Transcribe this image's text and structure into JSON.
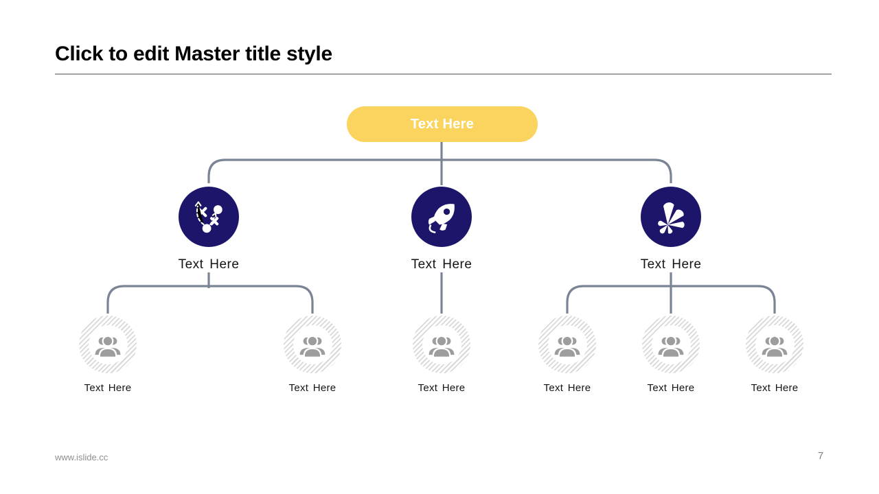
{
  "slide": {
    "title": "Click to edit Master title style",
    "footer_url": "www.islide.cc",
    "page_number": "7"
  },
  "colors": {
    "root_pill_yellow": "#FBD45F",
    "node_navy": "#1C156A",
    "connector_slate": "#7B8494",
    "people_icon_gray": "#9D9D9D",
    "hatch_stripe_gray": "#D8D8D8",
    "label_dark": "#141414",
    "footer_gray": "#8F8F8F"
  },
  "org": {
    "root": {
      "label": "Text Here"
    },
    "branches": [
      {
        "label": "Text Here",
        "icon": "strategy-icon",
        "children": [
          {
            "label": "Text Here"
          },
          {
            "label": "Text Here"
          }
        ]
      },
      {
        "label": "Text Here",
        "icon": "rocket-icon",
        "children": [
          {
            "label": "Text Here"
          }
        ]
      },
      {
        "label": "Text Here",
        "icon": "fan-icon",
        "children": [
          {
            "label": "Text Here"
          },
          {
            "label": "Text Here"
          },
          {
            "label": "Text Here"
          }
        ]
      }
    ]
  }
}
